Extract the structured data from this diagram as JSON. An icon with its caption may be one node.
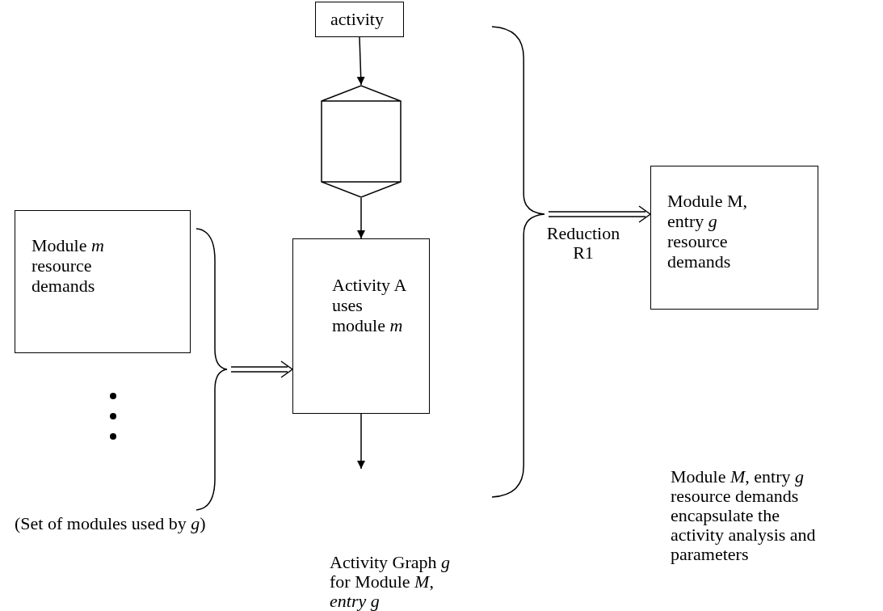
{
  "diagram": {
    "nodes": [
      {
        "text": [
          "activity"
        ]
      },
      {
        "text": [],
        "shape": "box"
      },
      {
        "text": [
          "Activity A uses module *m*"
        ]
      },
      {
        "text": [
          "Module *m* resource demands"
        ]
      },
      {
        "text": [
          "Module M, entry *g* resource demands"
        ]
      },
      {
        "text": [],
        "shape": "brace"
      },
      {
        "text": [],
        "shape": "brace"
      }
    ],
    "edges": [
      {
        "from": 0,
        "to": 1,
        "arrow": "to"
      },
      {
        "from": 1,
        "to": 2,
        "arrow": "to"
      },
      {
        "from": 2,
        "to": null,
        "arrow": "to"
      },
      {
        "from": 5,
        "to": 2,
        "arrow": "to"
      },
      {
        "from": 6,
        "to": 4,
        "arrow": "to",
        "label": "Reduction R1"
      }
    ],
    "labels": [
      "(Set of modules used by *g*)",
      "Activity Graph *g* for Module *M*, *entry g*",
      "Module *M*, entry *g* resource demands encapsulate the activity analysis and parameters"
    ]
  }
}
